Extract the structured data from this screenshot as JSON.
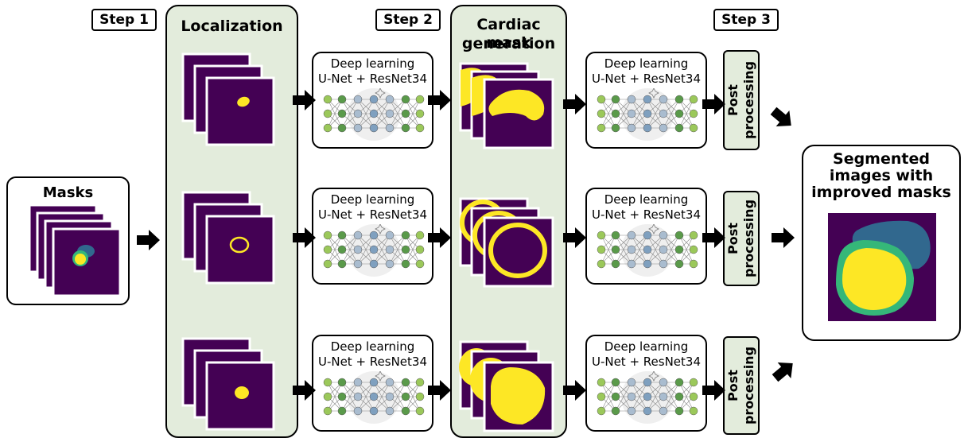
{
  "steps": {
    "step1": "Step 1",
    "step2": "Step 2",
    "step3": "Step 3"
  },
  "input_box": {
    "title": "Masks"
  },
  "localization": {
    "title": "Localization"
  },
  "cardiac": {
    "title_line1": "Cardiac mask",
    "title_line2": "generation"
  },
  "deep_learning": {
    "line1": "Deep learning",
    "line2": "U-Net + ResNet34"
  },
  "post_processing": {
    "line1": "Post",
    "line2": "processing"
  },
  "result": {
    "line1": "Segmented",
    "line2": "images with",
    "line3": "improved masks"
  },
  "colors": {
    "panel_green": "#e3ecdc",
    "mask_background": "#440154",
    "mask_yellow": "#fde725",
    "mask_green": "#35b779",
    "mask_blue": "#31688e"
  }
}
